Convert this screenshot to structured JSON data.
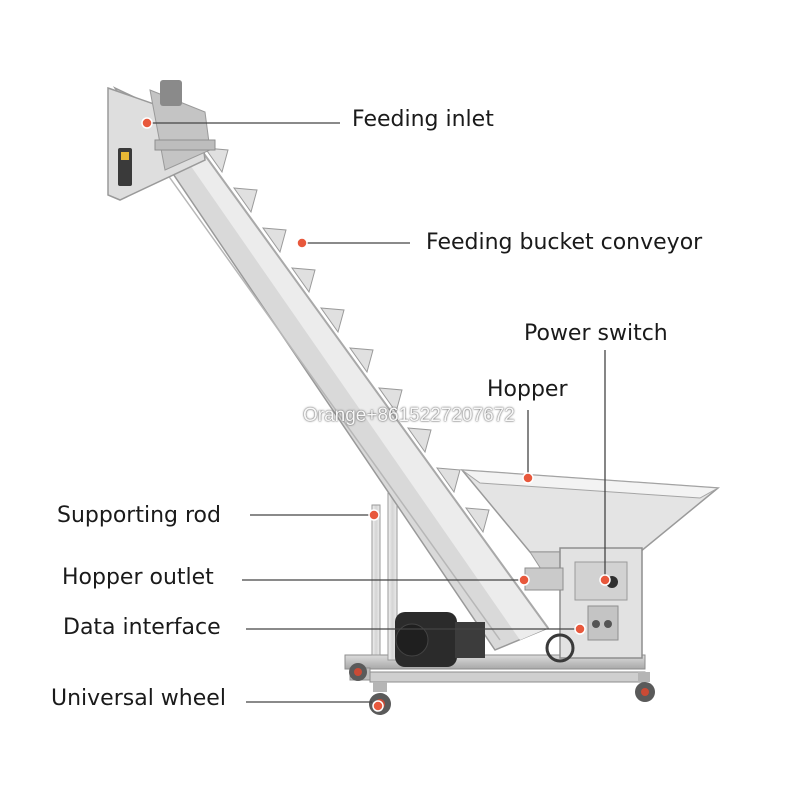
{
  "labels": {
    "feeding_inlet": "Feeding inlet",
    "feeding_bucket_conveyor": "Feeding bucket conveyor",
    "power_switch": "Power  switch",
    "hopper": "Hopper",
    "supporting_rod": "Supporting rod",
    "hopper_outlet": "Hopper outlet",
    "data_interface": "Data interface",
    "universal_wheel": "Universal wheel"
  },
  "watermark": "Orange+8615227207672",
  "colors": {
    "steel_light": "#e6e6e6",
    "steel_mid": "#c9c9c9",
    "steel_dark": "#9a9a9a",
    "marker": "#e8583c",
    "motor": "#2b2b2b",
    "leader_line": "#444444"
  }
}
